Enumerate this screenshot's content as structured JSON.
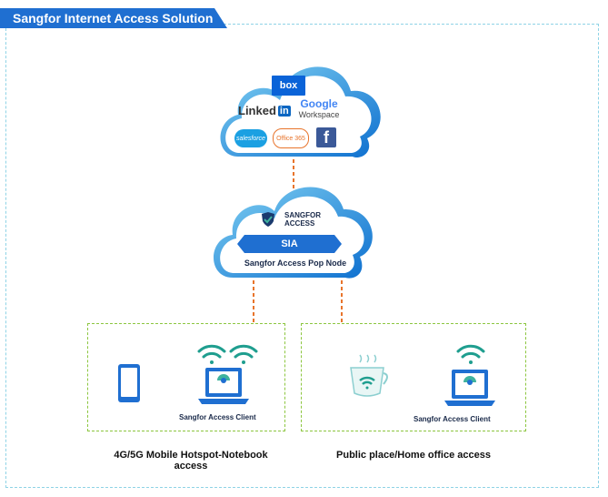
{
  "title": "Sangfor Internet Access Solution",
  "cloud_apps": {
    "box": "box",
    "linkedin_text": "Linked",
    "linkedin_badge": "in",
    "google": "Google",
    "google_sub": "Workspace",
    "salesforce": "salesforce",
    "office": "Office 365",
    "facebook": "f"
  },
  "pop_node": {
    "brand_line1": "SANGFOR",
    "brand_line2": "ACCESS",
    "banner": "SIA",
    "label": "Sangfor Access Pop Node"
  },
  "groups": [
    {
      "client_label": "Sangfor Access Client",
      "caption_line1": "4G/5G Mobile Hotspot-Notebook",
      "caption_line2": "access"
    },
    {
      "client_label": "Sangfor Access Client",
      "caption_line1": "Public place/Home office access"
    }
  ],
  "colors": {
    "accent_blue": "#1f6fd1",
    "connector_orange": "#e8742b",
    "group_green": "#8cc63f",
    "frame_cyan": "#8fd3e6"
  },
  "icons": [
    "cloud-icon",
    "smartphone-icon",
    "laptop-icon",
    "wifi-icon",
    "coffee-cup-icon",
    "shield-icon"
  ]
}
